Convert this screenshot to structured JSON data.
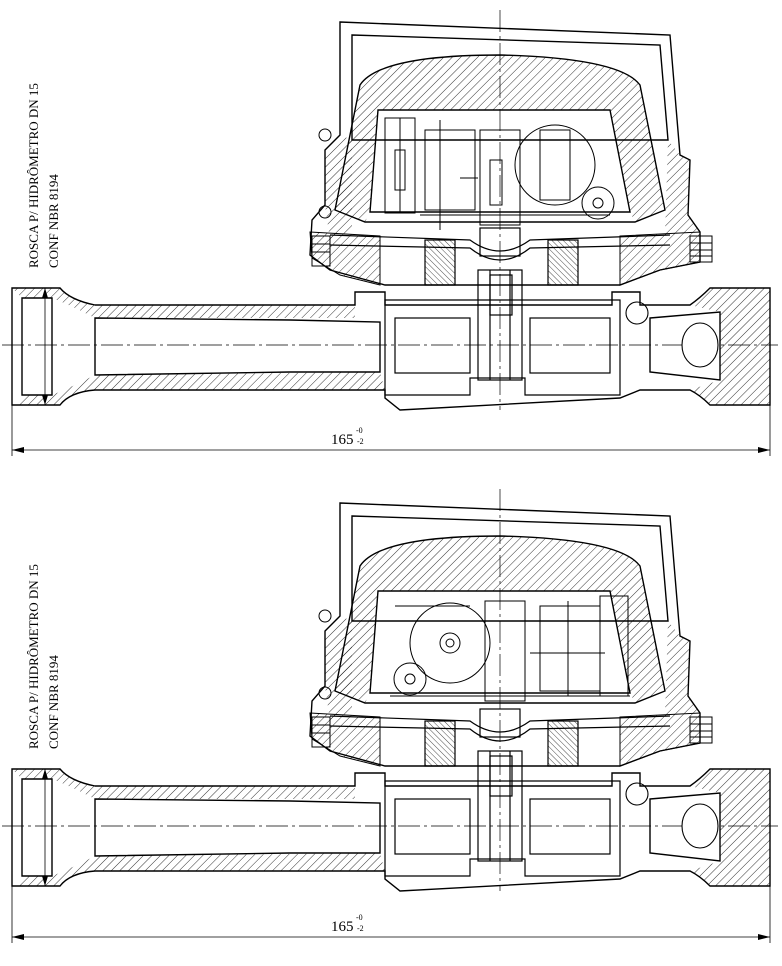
{
  "drawings": [
    {
      "side_label_1": "ROSCA P/ HIDRÔMETRO DN 15",
      "side_label_2": "CONF NBR 8194",
      "dimension_value": "165",
      "tolerance_upper": "-0",
      "tolerance_lower": "-2"
    },
    {
      "side_label_1": "ROSCA P/ HIDRÔMETRO DN 15",
      "side_label_2": "CONF NBR 8194",
      "dimension_value": "165",
      "tolerance_upper": "-0",
      "tolerance_lower": "-2"
    }
  ],
  "colors": {
    "line": "#000000",
    "hatch": "#000000",
    "background": "#ffffff"
  }
}
